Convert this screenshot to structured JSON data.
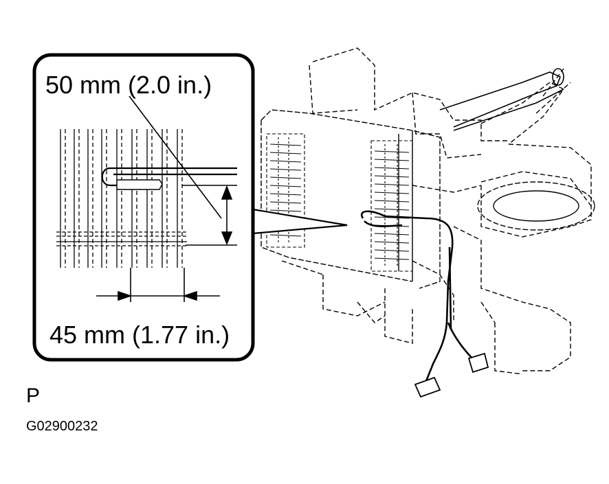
{
  "labels": {
    "dimension_top": "50 mm (2.0 in.)",
    "dimension_bottom": "45 mm (1.77 in.)",
    "view_letter": "P",
    "figure_code": "G02900232"
  },
  "icons": [
    "dimension-arrow",
    "callout-box",
    "sensor-wire",
    "connector"
  ],
  "colors": {
    "ink": "#000000",
    "background": "#ffffff"
  }
}
